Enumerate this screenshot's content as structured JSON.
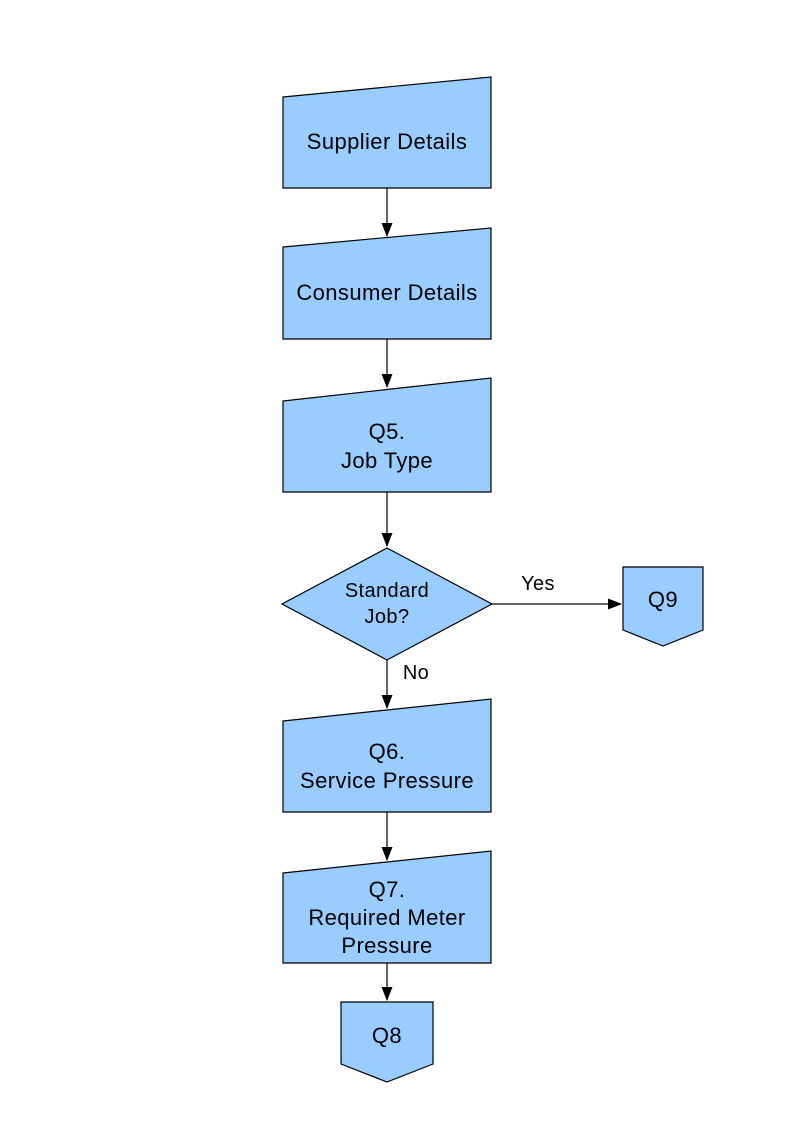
{
  "page": {
    "background_color": "#FFFFFF"
  },
  "diagram": {
    "type": "flowchart",
    "shape_fill": "#99CCFF",
    "shape_stroke": "#000000",
    "nodes": [
      {
        "id": "supplier_details",
        "shape": "manual-input",
        "label": "Supplier Details"
      },
      {
        "id": "consumer_details",
        "shape": "manual-input",
        "label": "Consumer Details"
      },
      {
        "id": "q5_job_type",
        "shape": "manual-input",
        "label": "Q5.\nJob Type"
      },
      {
        "id": "standard_job_decision",
        "shape": "decision",
        "label": "Standard\nJob?"
      },
      {
        "id": "q9",
        "shape": "off-page-connector",
        "label": "Q9"
      },
      {
        "id": "q6_service_pressure",
        "shape": "manual-input",
        "label": "Q6.\nService Pressure"
      },
      {
        "id": "q7_required_meter_pressure",
        "shape": "manual-input",
        "label": "Q7.\nRequired Meter\nPressure"
      },
      {
        "id": "q8",
        "shape": "off-page-connector",
        "label": "Q8"
      }
    ],
    "edges": [
      {
        "from": "supplier_details",
        "to": "consumer_details",
        "label": ""
      },
      {
        "from": "consumer_details",
        "to": "q5_job_type",
        "label": ""
      },
      {
        "from": "q5_job_type",
        "to": "standard_job_decision",
        "label": ""
      },
      {
        "from": "standard_job_decision",
        "to": "q9",
        "label": "Yes"
      },
      {
        "from": "standard_job_decision",
        "to": "q6_service_pressure",
        "label": "No"
      },
      {
        "from": "q6_service_pressure",
        "to": "q7_required_meter_pressure",
        "label": ""
      },
      {
        "from": "q7_required_meter_pressure",
        "to": "q8",
        "label": ""
      }
    ]
  }
}
